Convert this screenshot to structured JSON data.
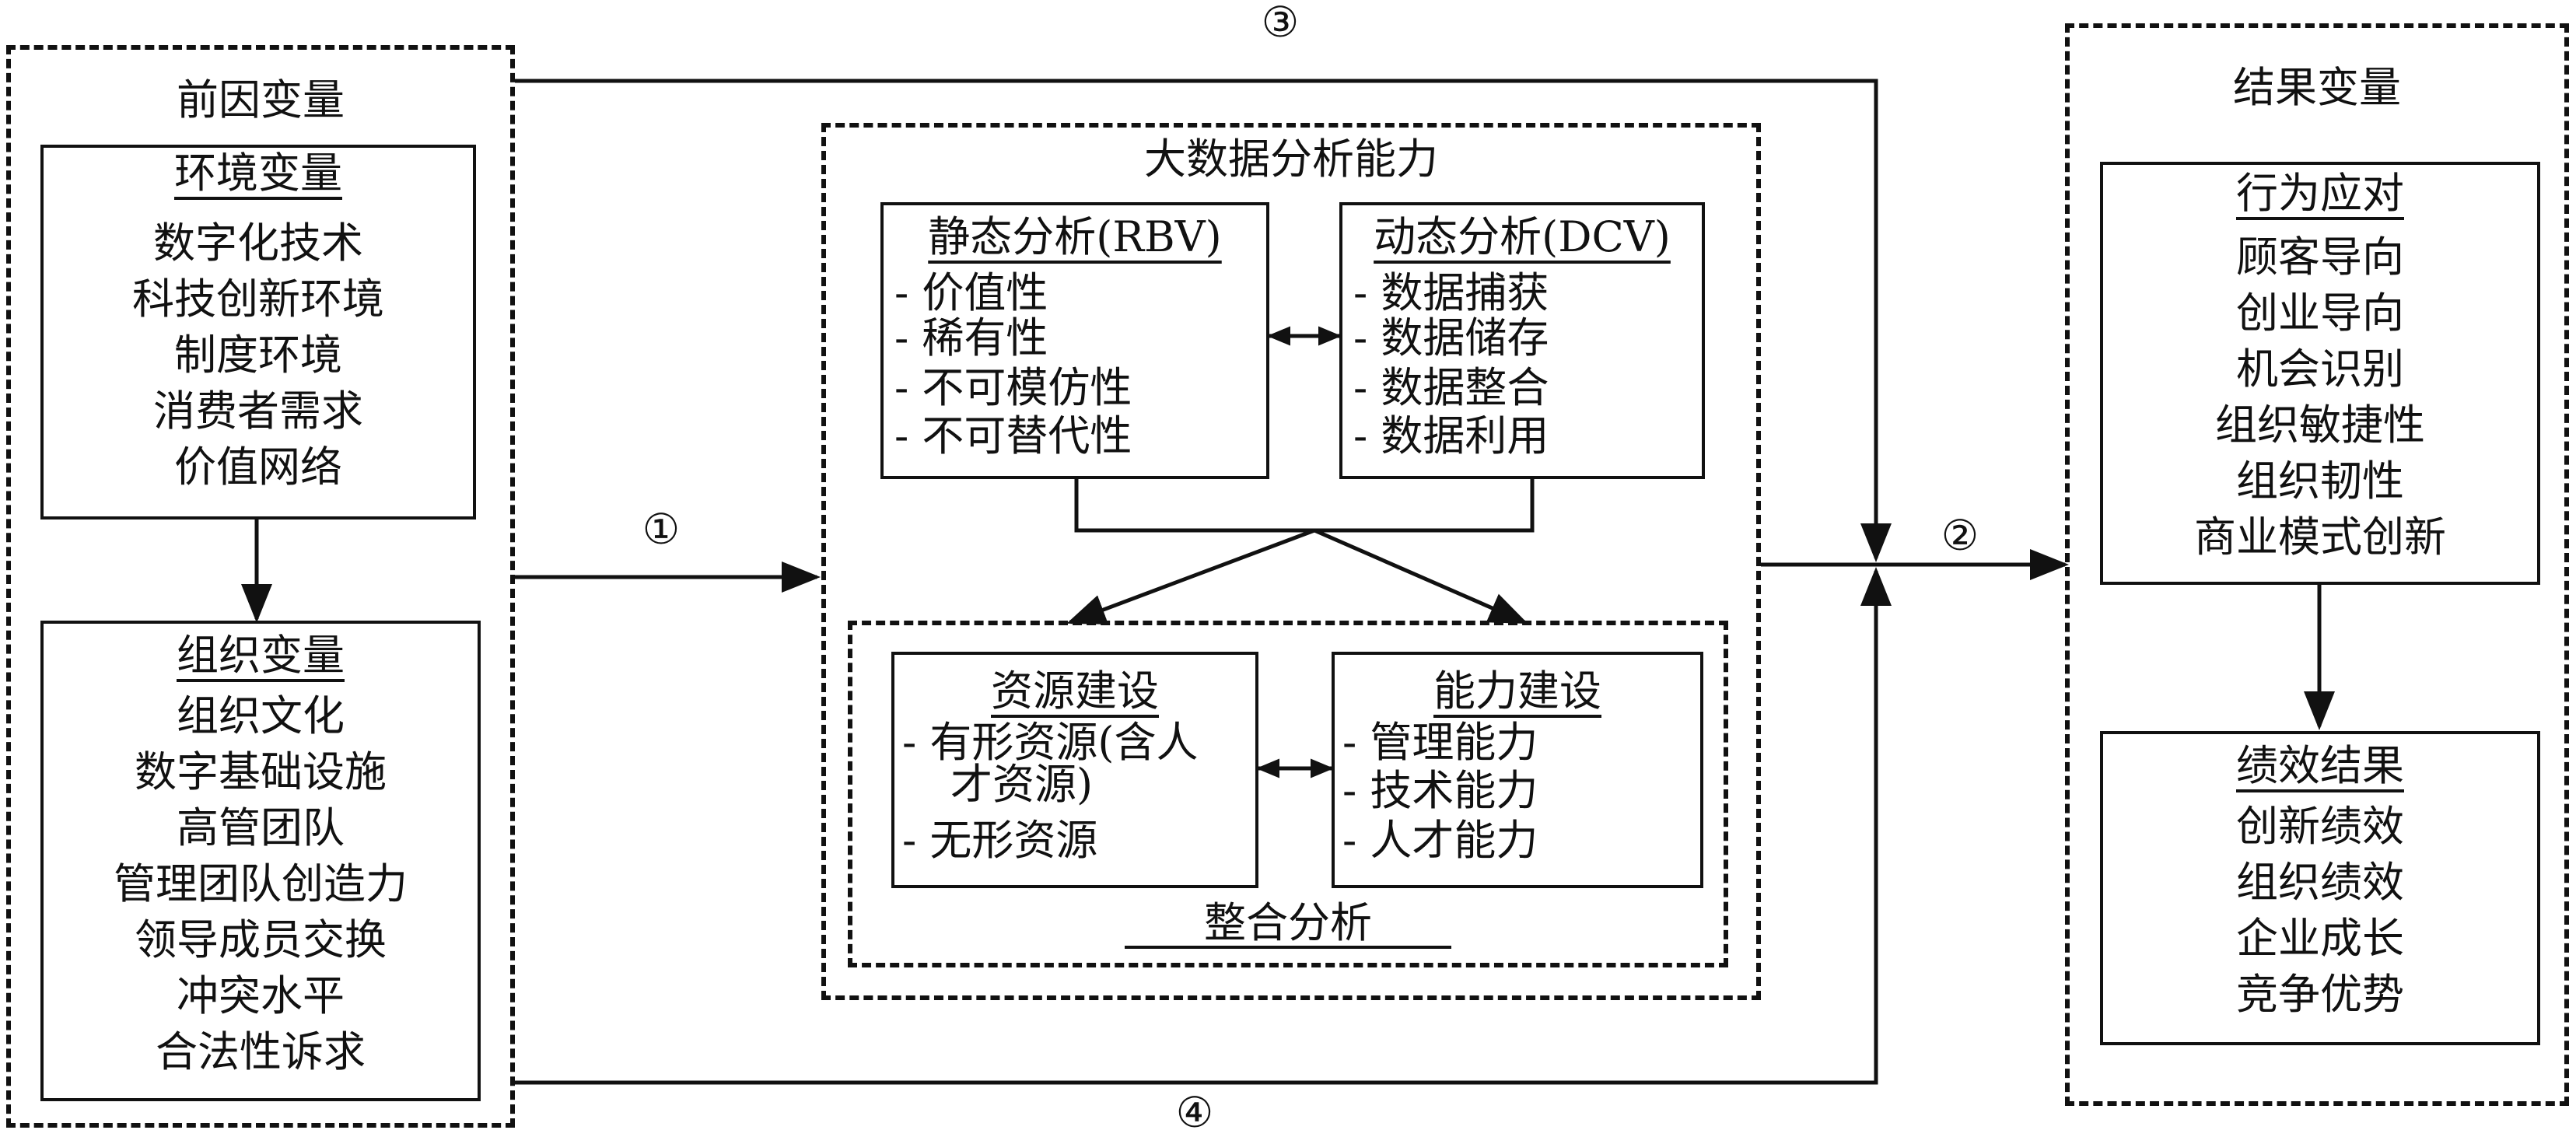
{
  "antecedents": {
    "title": "前因变量",
    "environment": {
      "title": "环境变量",
      "items": [
        "数字化技术",
        "科技创新环境",
        "制度环境",
        "消费者需求",
        "价值网络"
      ]
    },
    "organization": {
      "title": "组织变量",
      "items": [
        "组织文化",
        "数字基础设施",
        "高管团队",
        "管理团队创造力",
        "领导成员交换",
        "冲突水平",
        "合法性诉求"
      ]
    }
  },
  "capability": {
    "title": "大数据分析能力",
    "static": {
      "title": "静态分析(RBV)",
      "items": [
        "- 价值性",
        "- 稀有性",
        "- 不可模仿性",
        "- 不可替代性"
      ]
    },
    "dynamic": {
      "title": "动态分析(DCV)",
      "items": [
        "- 数据捕获",
        "- 数据储存",
        "- 数据整合",
        "- 数据利用"
      ]
    },
    "integration": {
      "title": "整合分析",
      "resource": {
        "title": "资源建设",
        "items": [
          "- 有形资源(含人",
          "才资源)",
          "- 无形资源"
        ]
      },
      "ability": {
        "title": "能力建设",
        "items": [
          "- 管理能力",
          "- 技术能力",
          "- 人才能力"
        ]
      }
    }
  },
  "outcomes": {
    "title": "结果变量",
    "behavior": {
      "title": "行为应对",
      "items": [
        "顾客导向",
        "创业导向",
        "机会识别",
        "组织敏捷性",
        "组织韧性",
        "商业模式创新"
      ]
    },
    "performance": {
      "title": "绩效结果",
      "items": [
        "创新绩效",
        "组织绩效",
        "企业成长",
        "竞争优势"
      ]
    }
  },
  "paths": [
    "①",
    "②",
    "③",
    "④"
  ]
}
